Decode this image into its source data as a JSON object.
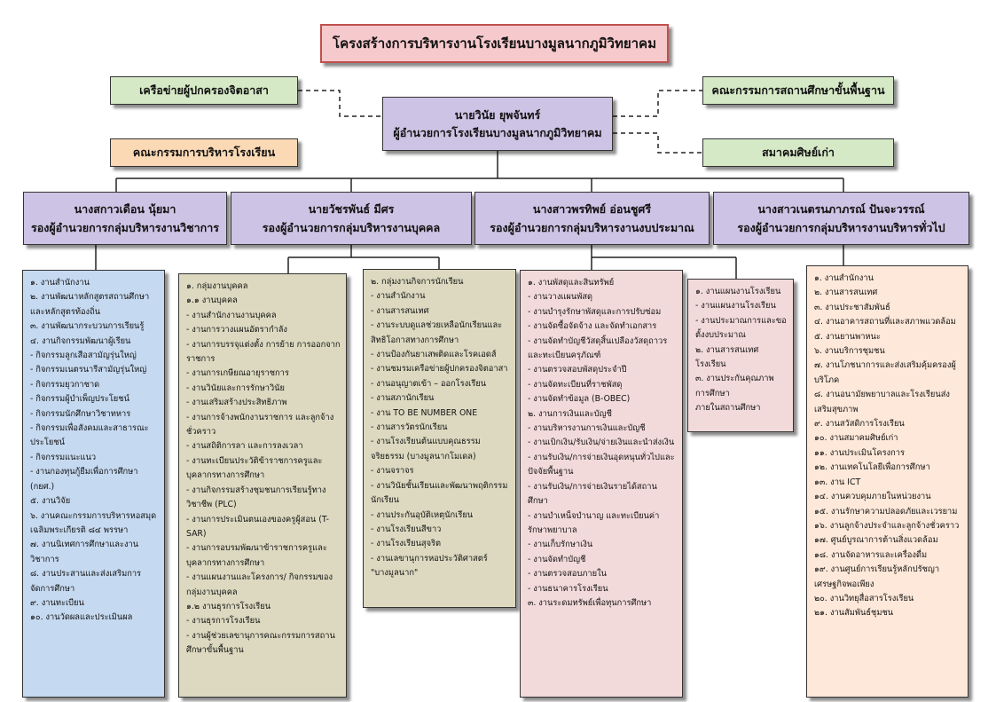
{
  "title": "โครงสร้างการบริหารงานโรงเรียนบางมูลนากภูมิวิทยาคม",
  "left_top": "เครือข่ายผู้ปกครองจิตอาสา",
  "left_bottom": "คณะกรรมการบริหารโรงเรียน",
  "right_top": "คณะกรรมการสถานศึกษาขั้นพื้นฐาน",
  "right_bottom": "สมาคมศิษย์เก่า",
  "director": {
    "name": "นายวินัย  ยุพจันทร์",
    "position": "ผู้อำนวยการโรงเรียนบางมูลนากภูมิวิทยาคม"
  },
  "deputies": [
    {
      "name": "นางสกาวเดือน  นุ้ยมา",
      "position": "รองผู้อำนวยการกลุ่มบริหารงานวิชาการ"
    },
    {
      "name": "นายวัชรพันธ์  มีศร",
      "position": "รองผู้อำนวยการกลุ่มบริหารงานบุคคล"
    },
    {
      "name": "นางสาวพรทิพย์  อ่อนชูศรี",
      "position": "รองผู้อำนวยการกลุ่มบริหารงานงบประมาณ"
    },
    {
      "name": "นางสาวเนตรนภาภรณ์  ปันจะวรรณ์",
      "position": "รองผู้อำนวยการกลุ่มบริหารงานบริหารทั่วไป"
    }
  ],
  "academic": [
    "๑. งานสำนักงาน",
    "๒. งานพัฒนาหลักสูตรสถานศึกษาและหลักสูตรท้องถิ่น",
    "๓. งานพัฒนากระบวนการเรียนรู้",
    "๔. งานกิจกรรมพัฒนาผู้เรียน",
    "   - กิจกรรมลูกเสือสามัญรุ่นใหญ่",
    "   - กิจกรรมเนตรนารีสามัญรุ่นใหญ่",
    "   - กิจกรรมยุวกาชาด",
    "   - กิจกรรมผู้บำเพ็ญประโยชน์",
    "   - กิจกรรมนักศึกษาวิชาทหาร",
    "   - กิจกรรมเพื่อสังคมและสาธารณะประโยชน์",
    "   - กิจกรรมแนะแนว",
    "   - งานกองทุนกู้ยืมเพื่อการศึกษา (กยศ.)",
    "๕. งานวิจัย",
    "๖. งานคณะกรรมการบริหารหอสมุดเฉลิมพระเกียรติ ๘๔ พรรษา",
    "๗. งานนิเทศการศึกษาและงานวิชาการ",
    "๘. งานประสานและส่งเสริมการจัดการศึกษา",
    "๙. งานทะเบียน",
    "๑๐. งานวัดผลและประเมินผล"
  ],
  "personnel": [
    "๑. กลุ่มงานบุคคล",
    "  ๑.๑ งานบุคคล",
    "    - งานสำนักงานงานบุคคล",
    "    - งานการวางแผนอัตรากำลัง",
    "    - งานการบรรจุแต่งตั้ง การย้าย การออกจากราชการ",
    "    - งานการเกษียณอายุราชการ",
    "    - งานวินัยและการรักษาวินัย",
    "    - งานเสริมสร้างประสิทธิภาพ",
    "    - งานการจ้างพนักงานราชการ และลูกจ้างชั่วคราว",
    "    - งานสถิติการลา และการลงเวลา",
    "    - งานทะเบียนประวัติข้าราชการครูและบุคลากรทางการศึกษา",
    "    - งานกิจกรรมสร้างชุมชนการเรียนรู้ทางวิชาชีพ (PLC)",
    "    - งานการประเมินตนเองของครูผู้สอน (T-SAR)",
    "    - งานการอบรมพัฒนาข้าราชการครูและบุคลากรทางการศึกษา",
    "    - งานแผนงานและโครงการ/ กิจกรรมของกลุ่มงานบุคคล",
    "  ๑.๒ งานธุรการโรงเรียน",
    "    - งานธุรการโรงเรียน",
    "    - งานผู้ช่วยเลขานุการคณะกรรมการสถานศึกษาขั้นพื้นฐาน"
  ],
  "student_affairs": [
    "๒. กลุ่มงานกิจการนักเรียน",
    "   - งานสำนักงาน",
    "   - งานสารสนเทศ",
    "   - งานระบบดูแลช่วยเหลือนักเรียนและสิทธิโอกาสทางการศึกษา",
    "   - งานป้องกันยาเสพติดและโรคเอดส์",
    "   - งานชมรมเครือข่ายผู้ปกครองจิตอาสา",
    "   - งานอนุญาตเข้า – ออกโรงเรียน",
    "   - งานสภานักเรียน",
    "   - งาน  TO BE NUMBER ONE",
    "   - งานสารวัตรนักเรียน",
    "   - งานโรงเรียนต้นแบบคุณธรรมจริยธรรม (บางมูลนากโมเดล)",
    "   - งานจราจร",
    "   - งานวินัยชั้นเรียนและพัฒนาพฤติกรรมนักเรียน",
    "   - งานประกันอุบัติเหตุนักเรียน",
    "   - งานโรงเรียนสีขาว",
    "   - งานโรงเรียนสุจริต",
    " - งานเลขานุการหอประวัติศาสตร์ \"บางมูลนาก\""
  ],
  "budget": [
    "๑. งานพัสดุและสินทรัพย์",
    "   - งานวางแผนพัสดุ",
    "   - งานบำรุงรักษาพัสดุและการปรับซ่อม",
    "   - งานจัดซื้อจัดจ้าง และจัดทำเอกสาร",
    "   - งานจัดทำบัญชีวัสดุสิ้นเปลืองวัสดุถาวร และทะเบียนครุภัณฑ์",
    "   - งานตรวจสอบพัสดุประจำปี",
    "   - งานจัดทะเบียนที่ราชพัสดุ",
    "   - งานจัดทำข้อมูล (B-OBEC)",
    "๒. งานการเงินและบัญชี",
    "   - งานบริหารงานการเงินและบัญชี",
    "   - งานเบิกเงิน/รับเงิน/จ่ายเงินและนำส่งเงิน",
    "   - งานรับเงิน/การจ่ายเงินอุดหนุนทั่วไปและปัจจัยพื้นฐาน",
    "   - งานรับเงิน/การจ่ายเงินรายได้สถานศึกษา",
    "   - งานบำเหน็จบำนาญ และทะเบียนค่ารักษาพยาบาล",
    "   - งานเก็บรักษาเงิน",
    "   - งานจัดทำบัญชี",
    "   - งานตรวจสอบภายใน",
    "   - งานธนาคารโรงเรียน",
    "   ๓. งานระดมทรัพย์เพื่อทุนการศึกษา"
  ],
  "planning": [
    "๑. งานแผนงานโรงเรียน",
    "  - งานแผนงานโรงเรียน",
    "  - งานประมาณการและขอตั้งงบประมาณ",
    "๒. งานสารสนเทศโรงเรียน",
    "๓. งานประกันคุณภาพการศึกษา",
    "   ภายในสถานศึกษา"
  ],
  "general": [
    "๑. งานสำนักงาน",
    "๒. งานสารสนเทศ",
    "๓. งานประชาสัมพันธ์",
    "๔. งานอาคารสถานที่และสภาพแวดล้อม",
    "๕. งานยานพาหนะ",
    "๖. งานบริการชุมชน",
    "๗. งานโภชนาการและส่งเสริมคุ้มครองผู้บริโภค",
    "๘. งานอนามัยพยาบาลและโรงเรียนส่งเสริมสุขภาพ",
    "๙. งานสวัสดิการโรงเรียน",
    "๑๐. งานสมาคมศิษย์เก่า",
    "๑๑. งานประเมินโครงการ",
    "๑๒. งานเทคโนโลยีเพื่อการศึกษา",
    "๑๓. งาน ICT",
    "๑๔. งานควบคุมภายในหน่วยงาน",
    "๑๕. งานรักษาความปลอดภัยและเวรยาม",
    "๑๖. งานลูกจ้างประจำและลูกจ้างชั่วคราว",
    "๑๗. ศูนย์บูรณาการต้านสิ่งแวดล้อม",
    "๑๘. งานจัดอาหารและเครื่องดื่ม",
    "๑๙. งานศูนย์การเรียนรู้หลักปรัชญาเศรษฐกิจพอเพียง",
    "๒๐. งานวิทยุสื่อสารโรงเรียน",
    "๒๑. งานสัมพันธ์ชุมชน"
  ]
}
